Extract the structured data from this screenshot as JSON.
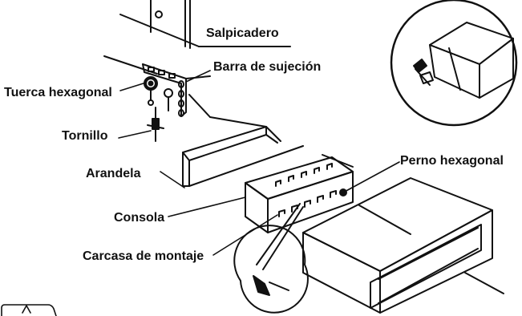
{
  "diagram": {
    "labels": {
      "salpicadero": "Salpicadero",
      "barra": "Barra de sujeción",
      "tuerca": "Tuerca hexagonal",
      "tornillo": "Tornillo",
      "arandela": "Arandela",
      "consola": "Consola",
      "carcasa": "Carcasa de montaje",
      "perno": "Perno hexagonal"
    },
    "ink_color": "#111111",
    "background": "#ffffff"
  }
}
